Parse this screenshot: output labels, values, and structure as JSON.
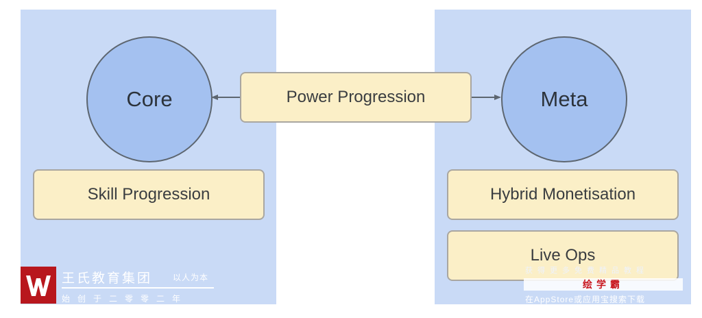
{
  "diagram": {
    "core_label": "Core",
    "meta_label": "Meta",
    "power_progression_label": "Power Progression",
    "skill_progression_label": "Skill Progression",
    "hybrid_monetisation_label": "Hybrid Monetisation",
    "live_ops_label": "Live Ops"
  },
  "watermark_left": {
    "brand": "王氏教育集团",
    "slogan": "以人为本",
    "since": "始创于二零零二年",
    "logo_letter": "W"
  },
  "watermark_right": {
    "line1": "获得更多免费精品教程",
    "line2": "绘学霸",
    "line3": "在AppStore或应用宝搜索下载"
  },
  "colors": {
    "panel": "#c9daf6",
    "circle": "#a4c1f0",
    "box": "#fbefc7",
    "arrow": "#5d6670",
    "logo_red": "#b8171d"
  }
}
